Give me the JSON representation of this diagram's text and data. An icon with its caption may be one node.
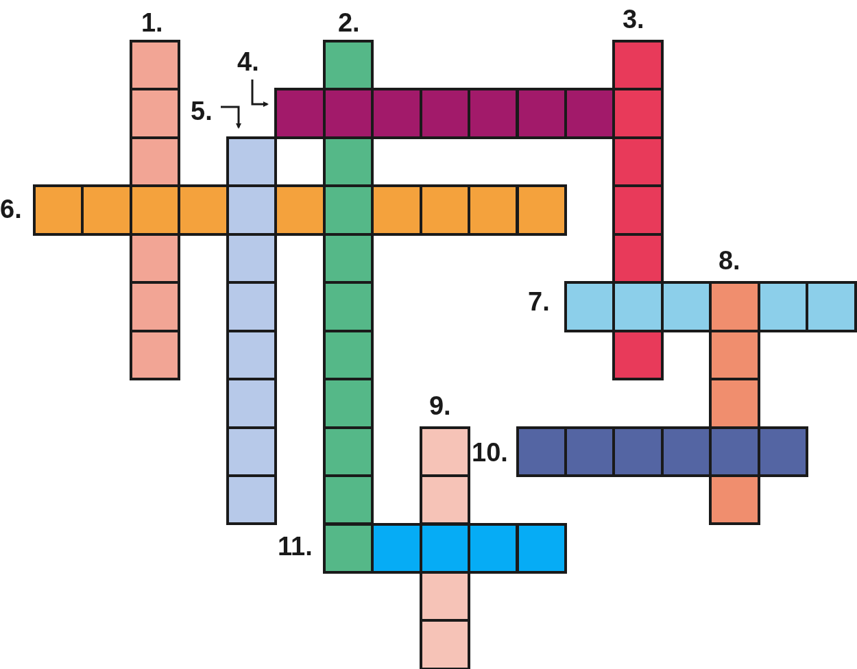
{
  "diagram": {
    "nodes": [
      {
        "text": [
          "1."
        ]
      },
      {
        "text": [
          "2."
        ]
      },
      {
        "text": [
          "3."
        ]
      },
      {
        "text": [
          "4."
        ]
      },
      {
        "text": [
          "5."
        ]
      },
      {
        "text": [
          "6."
        ]
      },
      {
        "text": [
          "7."
        ]
      },
      {
        "text": [
          "8."
        ]
      },
      {
        "text": [
          "9."
        ]
      },
      {
        "text": [
          "10."
        ]
      },
      {
        "text": [
          "11."
        ]
      }
    ]
  }
}
